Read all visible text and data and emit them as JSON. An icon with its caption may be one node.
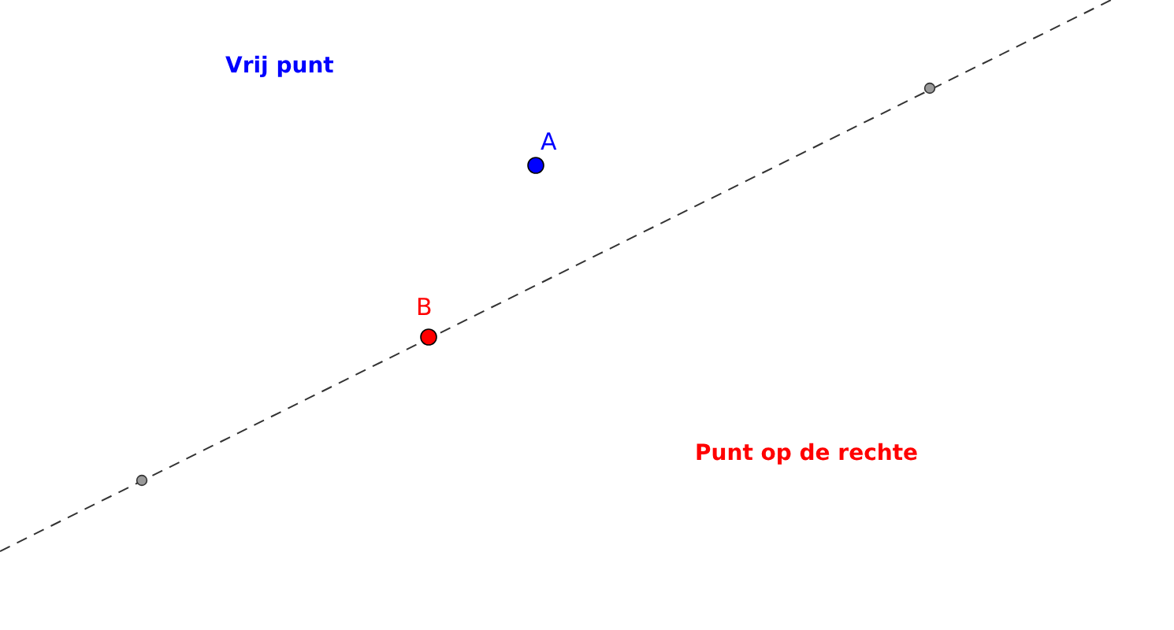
{
  "diagram": {
    "labels": [
      "Vrij punt",
      "A",
      "B",
      "Punt op de rechte"
    ]
  }
}
